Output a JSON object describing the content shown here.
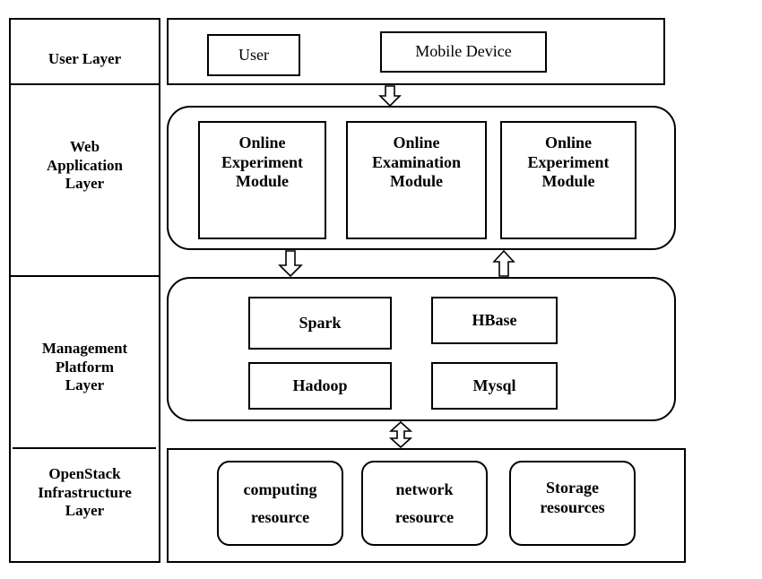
{
  "layers": {
    "user": "User Layer",
    "web": "Web\nApplication\nLayer",
    "management": "Management\nPlatform\nLayer",
    "openstack": "OpenStack\nInfrastructure\nLayer"
  },
  "user_layer": {
    "user": "User",
    "mobile": "Mobile Device"
  },
  "web_layer": {
    "module1": "Online\nExperiment\nModule",
    "module2": "Online\nExamination\nModule",
    "module3": "Online\nExperiment\nModule"
  },
  "management_layer": {
    "spark": "Spark",
    "hbase": "HBase",
    "hadoop": "Hadoop",
    "mysql": "Mysql"
  },
  "infra_layer": {
    "computing": "computing\nresource",
    "network": "network\nresource",
    "storage": "Storage\nresources"
  }
}
